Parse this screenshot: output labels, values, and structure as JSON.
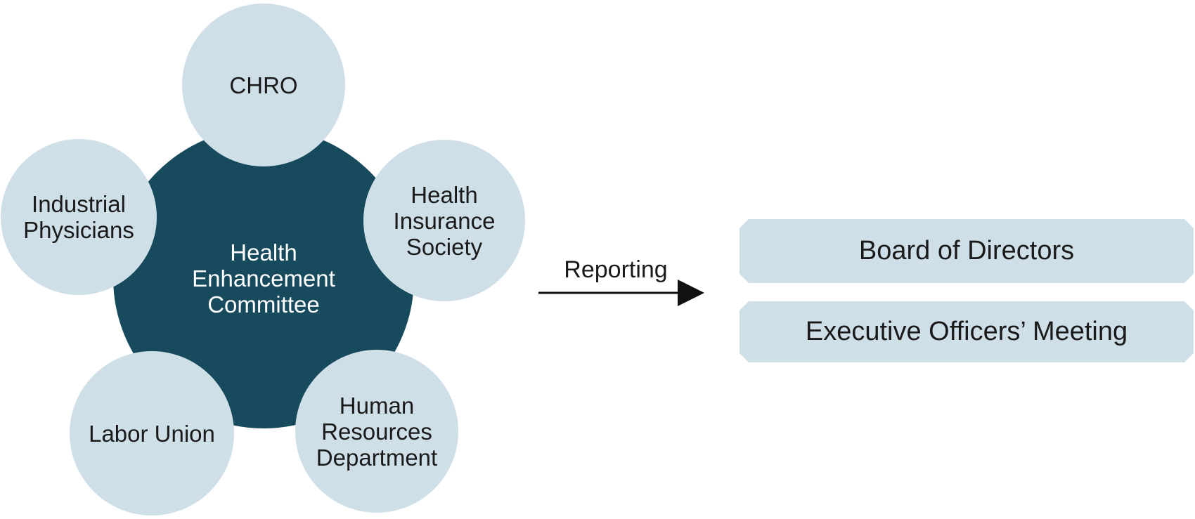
{
  "diagram": {
    "committee": {
      "label": "Health\nEnhancement\nCommittee"
    },
    "members": [
      {
        "id": "chro",
        "label": "CHRO"
      },
      {
        "id": "industrial-physicians",
        "label": "Industrial\nPhysicians"
      },
      {
        "id": "health-insurance-society",
        "label": "Health\nInsurance\nSociety"
      },
      {
        "id": "labor-union",
        "label": "Labor Union"
      },
      {
        "id": "human-resources-department",
        "label": "Human\nResources\nDepartment"
      }
    ],
    "arrow": {
      "label": "Reporting"
    },
    "targets": [
      {
        "id": "board-of-directors",
        "label": "Board of Directors"
      },
      {
        "id": "executive-officers-meeting",
        "label": "Executive Officers’ Meeting"
      }
    ],
    "colors": {
      "dark": "#164a5c",
      "light": "#cfdfe8",
      "text": "#1a1a1a",
      "center-text": "#ffffff"
    }
  }
}
